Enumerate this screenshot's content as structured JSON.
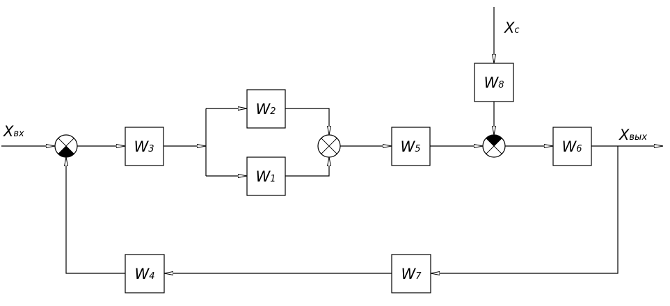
{
  "blocks": [
    {
      "id": "w1",
      "name": "W",
      "index": "1"
    },
    {
      "id": "w2",
      "name": "W",
      "index": "2"
    },
    {
      "id": "w3",
      "name": "W",
      "index": "3"
    },
    {
      "id": "w4",
      "name": "W",
      "index": "4"
    },
    {
      "id": "w5",
      "name": "W",
      "index": "5"
    },
    {
      "id": "w6",
      "name": "W",
      "index": "6"
    },
    {
      "id": "w7",
      "name": "W",
      "index": "7"
    },
    {
      "id": "w8",
      "name": "W",
      "index": "8"
    }
  ],
  "signals": {
    "input": {
      "name": "X",
      "sub": "вх"
    },
    "disturbance": {
      "name": "X",
      "sub": "c"
    },
    "output": {
      "name": "X",
      "sub": "вых"
    }
  }
}
